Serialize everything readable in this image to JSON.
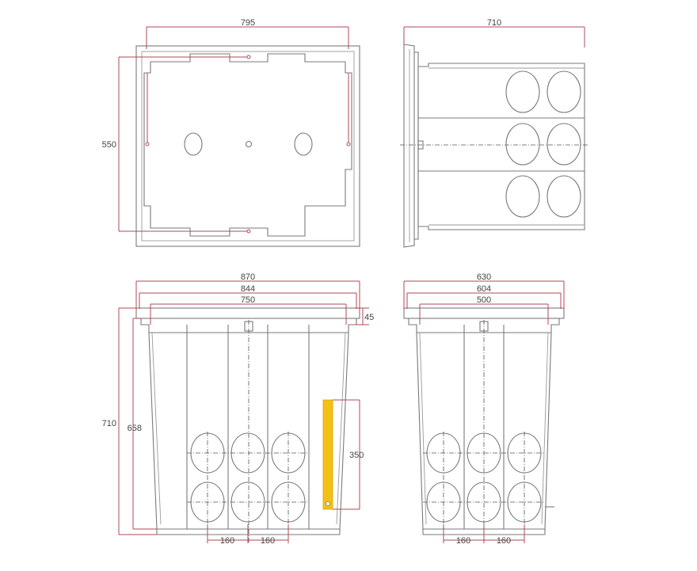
{
  "colors": {
    "outline": "#7a7a7a",
    "dimension_line": "#b04a55",
    "highlight_bar": "#f5c016",
    "text": "#444444"
  },
  "dimensions": {
    "top_view_width": "795",
    "top_view_height": "550",
    "side_view_width": "710",
    "front_outer_width": "870",
    "front_flange_width": "844",
    "front_inner_width": "750",
    "front_lip": "45",
    "front_total_height": "710",
    "front_body_height": "658",
    "knockout_zone_height": "350",
    "front_hole_spacing_1": "160",
    "front_hole_spacing_2": "160",
    "end_outer_width": "630",
    "end_flange_width": "604",
    "end_inner_width": "500",
    "end_hole_spacing_1": "160",
    "end_hole_spacing_2": "160"
  }
}
